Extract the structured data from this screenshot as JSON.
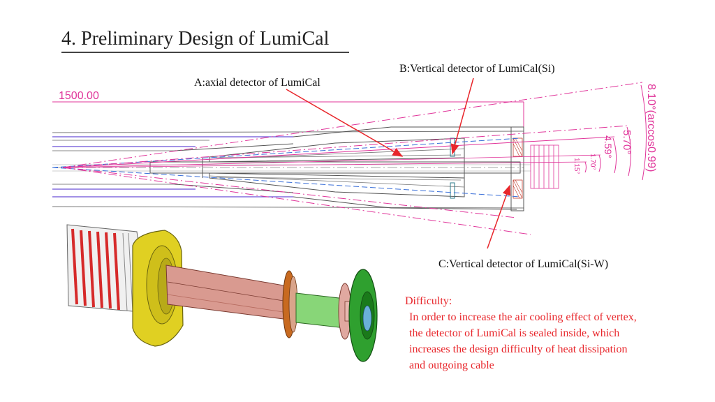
{
  "title": "4. Preliminary Design of LumiCal",
  "labels": {
    "a": "A:axial detector of LumiCal",
    "b": "B:Vertical detector of LumiCal(Si)",
    "c": "C:Vertical detector of LumiCal(Si-W)"
  },
  "drawing": {
    "length_dim": "1500.00",
    "angle_810": "8.10°(arccos0.99)",
    "angle_570": "5.70°",
    "angle_459": "4.59°",
    "angle_170": "1.70°",
    "angle_115": "1.15°"
  },
  "difficulty": {
    "heading": "Difficulty:",
    "lines": [
      "In order to increase the air cooling effect of vertex,",
      "the detector of LumiCal is sealed inside, which",
      "increases the design difficulty of heat dissipation",
      "and outgoing cable"
    ]
  },
  "colors": {
    "dimension": "#e0359a",
    "arrow": "#e8262b",
    "text_red": "#e8262b"
  }
}
